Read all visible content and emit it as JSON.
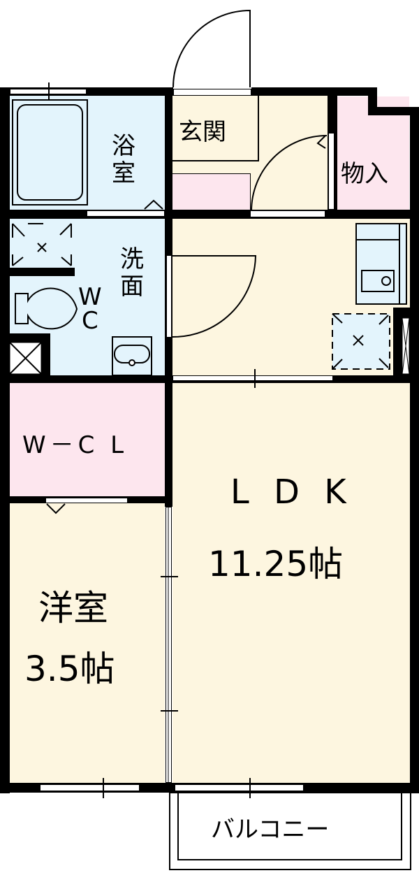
{
  "floorplan": {
    "colors": {
      "wall": "#000000",
      "wet_area": "#e3f4fc",
      "living_area": "#fdf6e0",
      "storage": "#fde6ee",
      "background": "#ffffff"
    },
    "rooms": {
      "bath": {
        "label_line1": "浴",
        "label_line2": "室"
      },
      "entrance": {
        "label": "玄関"
      },
      "storage_closet": {
        "label": "物入"
      },
      "washroom": {
        "label_line1": "洗",
        "label_line2": "面"
      },
      "toilet": {
        "label_line1": "W",
        "label_line2": "C"
      },
      "walk_in_closet": {
        "label": "W－C L"
      },
      "ldk": {
        "label": "L D K",
        "size": "11.25帖"
      },
      "western_room": {
        "label": "洋室",
        "size": "3.5帖"
      },
      "balcony": {
        "label": "バルコニー"
      }
    }
  }
}
